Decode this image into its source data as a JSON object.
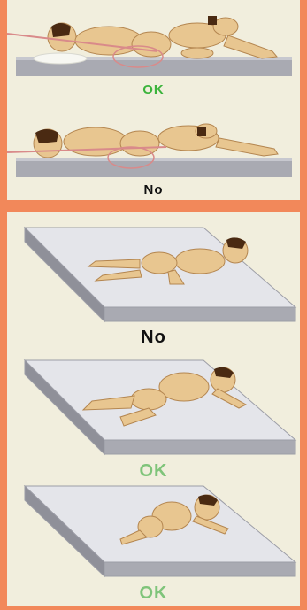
{
  "top_panel": {
    "scene_1": {
      "label": "OK",
      "label_color": "#3bb33b"
    },
    "scene_2": {
      "label": "No",
      "label_color": "#111111"
    }
  },
  "bottom_panel": {
    "scene_1": {
      "label": "No",
      "label_color": "#111111"
    },
    "scene_2": {
      "label": "OK",
      "label_color": "#7fc47a"
    },
    "scene_3": {
      "label": "OK",
      "label_color": "#7fc47a"
    }
  },
  "colors": {
    "frame": "#f2885a",
    "panel": "#f1eedd",
    "mattress": "#a9aab2",
    "mattress_top": "#e4e5ea",
    "figure": "#e8c690",
    "figure_shade": "#c59a5c",
    "hair": "#4a2a12",
    "spine_line": "#d98a8a"
  }
}
